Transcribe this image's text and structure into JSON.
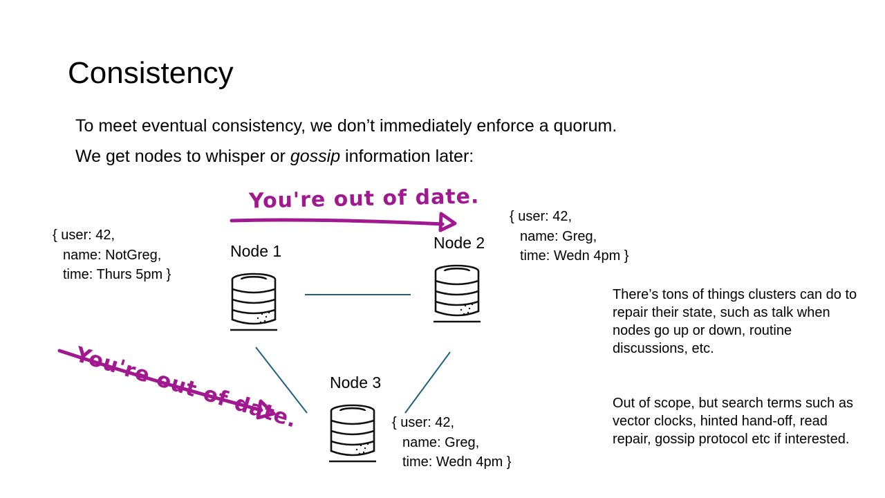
{
  "slide": {
    "title": "Consistency",
    "intro": {
      "line1": "To meet eventual consistency, we don’t immediately enforce a quorum.",
      "line2_before": "We get nodes to whisper or ",
      "line2_em": "gossip",
      "line2_after": " information later:"
    },
    "nodes": [
      {
        "label": "Node 1",
        "record": [
          "{ user: 42,",
          "name: NotGreg,",
          "time: Thurs 5pm }"
        ]
      },
      {
        "label": "Node 2",
        "record": [
          "{ user: 42,",
          "name: Greg,",
          "time: Wedn 4pm }"
        ]
      },
      {
        "label": "Node 3",
        "record": [
          "{ user: 42,",
          "name: Greg,",
          "time: Wedn 4pm }"
        ]
      }
    ],
    "annotations": {
      "top": "You're out of date.",
      "left": "You're out of date."
    },
    "notes": [
      "There’s tons of things clusters can do to repair their state, such as talk when nodes go up or down, routine discussions, etc.",
      "Out of scope, but search terms such as vector clocks, hinted hand-off, read repair, gossip protocol etc if interested."
    ],
    "colors": {
      "ink": "#000000",
      "connector": "#1f5f7f",
      "annotation": "#a0198f"
    }
  }
}
